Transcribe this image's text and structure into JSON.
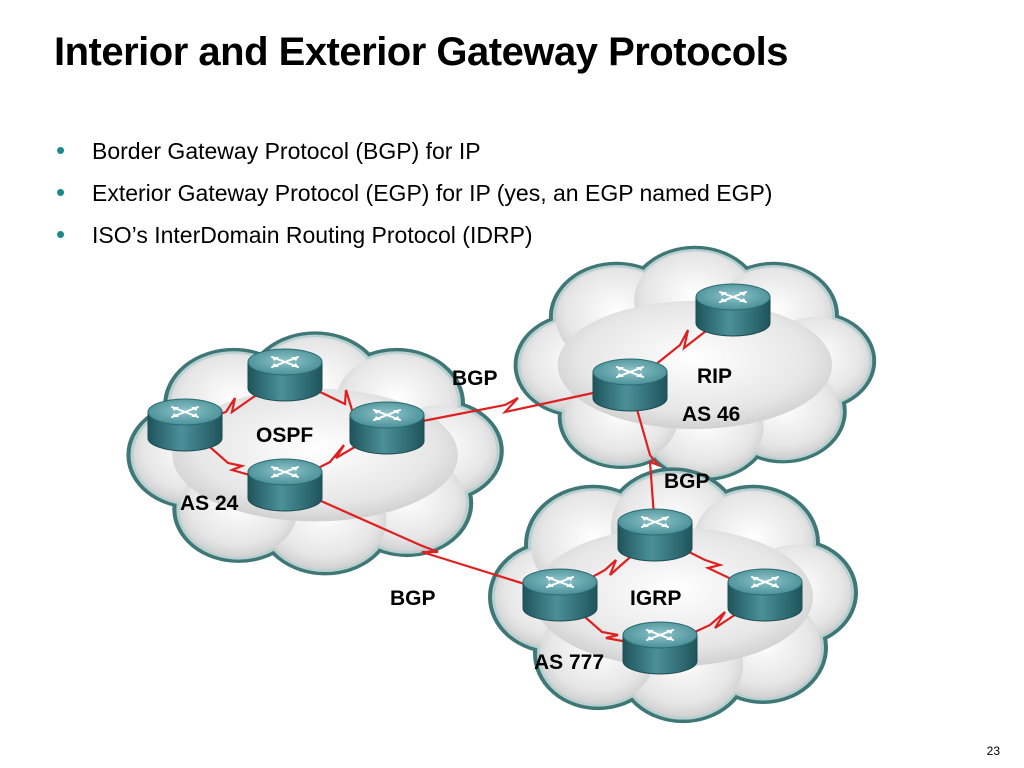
{
  "slide": {
    "title": "Interior and Exterior Gateway Protocols",
    "bullets": [
      "Border Gateway Protocol (BGP) for IP",
      "Exterior Gateway Protocol (EGP) for IP (yes, an EGP named EGP)",
      "ISO’s InterDomain Routing Protocol (IDRP)"
    ],
    "page_number": "23"
  },
  "diagram": {
    "clouds": [
      {
        "name": "as24",
        "protocol": "OSPF",
        "as_label": "AS 24"
      },
      {
        "name": "as46",
        "protocol": "RIP",
        "as_label": "AS 46"
      },
      {
        "name": "as777",
        "protocol": "IGRP",
        "as_label": "AS 777"
      }
    ],
    "links": [
      {
        "label": "BGP",
        "between": "AS 24 – AS 46"
      },
      {
        "label": "BGP",
        "between": "AS 46 – AS 777"
      },
      {
        "label": "BGP",
        "between": "AS 24 – AS 777"
      }
    ],
    "colors": {
      "link": "#e02020",
      "router_body": "#2f6f78",
      "router_top": "#4e9aa3",
      "cloud_outline": "#3f7777",
      "cloud_fill": "#e4e4e4",
      "bullet": "#1a8a8a"
    },
    "icons": [
      "router-icon",
      "cloud-icon",
      "serial-link-icon"
    ]
  }
}
